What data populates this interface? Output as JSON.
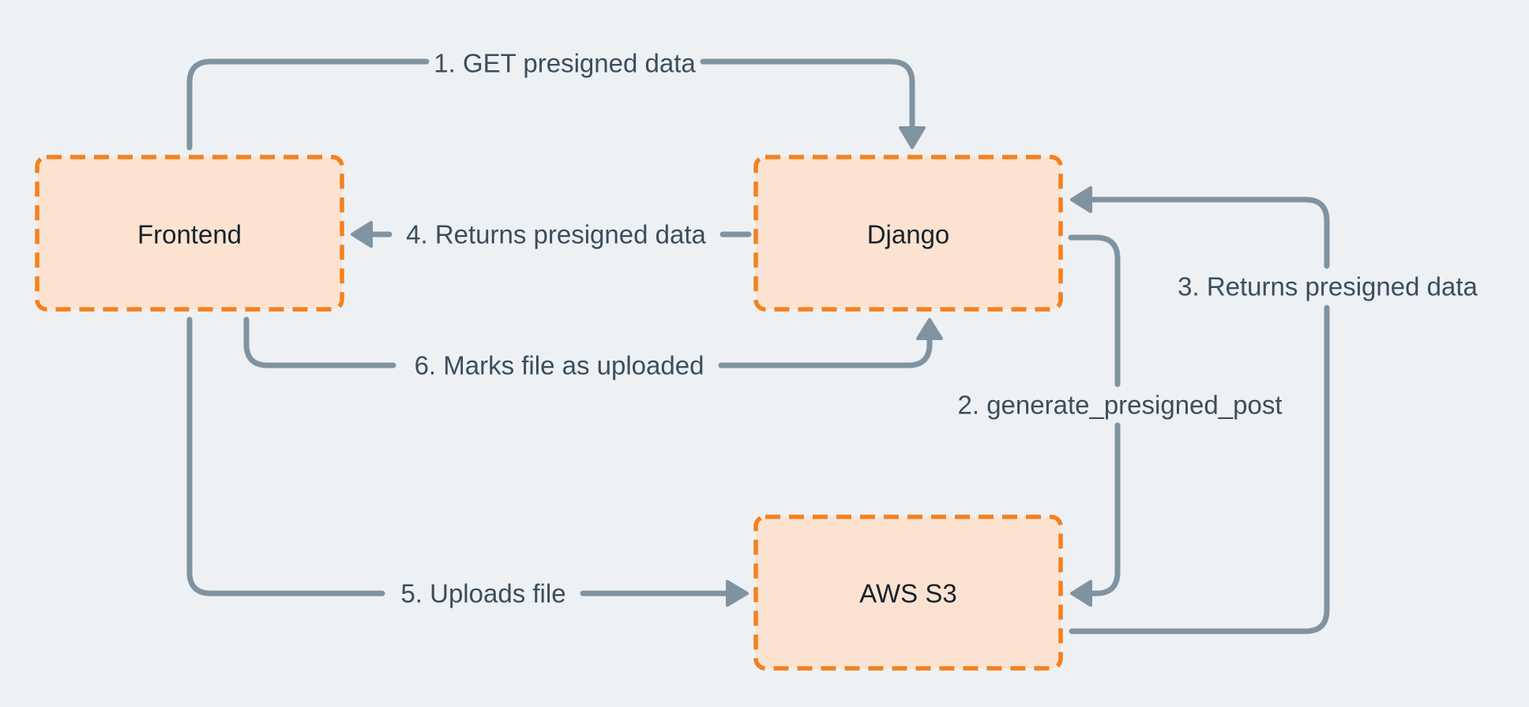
{
  "diagram": {
    "description": "File upload flow using S3 presigned POST data",
    "colors": {
      "background": "#edf1f4",
      "arrow": "#8093a1",
      "label_text": "#3c4d5b",
      "node_fill": "#fce3d1",
      "node_border": "#f5801e",
      "node_text": "#18222c"
    },
    "nodes": [
      {
        "id": "frontend",
        "label": "Frontend"
      },
      {
        "id": "django",
        "label": "Django"
      },
      {
        "id": "aws-s3",
        "label": "AWS S3"
      }
    ],
    "edges": [
      {
        "step": 1,
        "from": "Frontend",
        "to": "Django",
        "label": "1. GET presigned data"
      },
      {
        "step": 2,
        "from": "Django",
        "to": "AWS S3",
        "label": "2. generate_presigned_post"
      },
      {
        "step": 3,
        "from": "AWS S3",
        "to": "Django",
        "label": "3. Returns presigned data"
      },
      {
        "step": 4,
        "from": "Django",
        "to": "Frontend",
        "label": "4. Returns presigned data"
      },
      {
        "step": 5,
        "from": "Frontend",
        "to": "AWS S3",
        "label": "5. Uploads file"
      },
      {
        "step": 6,
        "from": "Frontend",
        "to": "Django",
        "label": "6. Marks file as  uploaded"
      }
    ]
  }
}
